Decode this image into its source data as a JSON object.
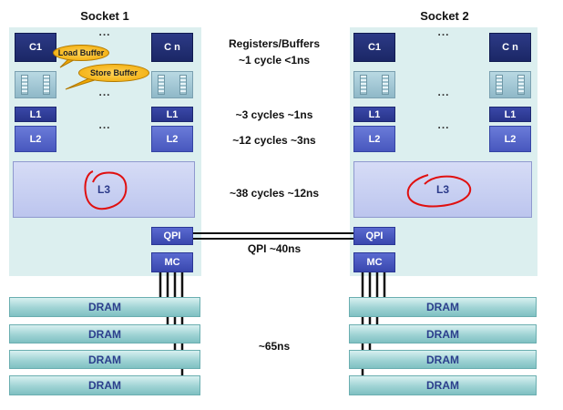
{
  "socket1": {
    "title": "Socket 1",
    "core_first": "C1",
    "core_last": "C n",
    "l1": "L1",
    "l2": "L2",
    "l3": "L3",
    "qpi": "QPI",
    "mc": "MC",
    "dots": "..."
  },
  "socket2": {
    "title": "Socket 2",
    "core_first": "C1",
    "core_last": "C n",
    "l1": "L1",
    "l2": "L2",
    "l3": "L3",
    "qpi": "QPI",
    "mc": "MC",
    "dots": "..."
  },
  "bubbles": {
    "load": "Load Buffer",
    "store": "Store Buffer"
  },
  "latencies": {
    "registers_title": "Registers/Buffers",
    "registers": "~1 cycle <1ns",
    "l1": "~3 cycles ~1ns",
    "l2": "~12 cycles ~3ns",
    "l3": "~38 cycles ~12ns",
    "qpi": "QPI ~40ns",
    "dram": "~65ns"
  },
  "dram_label": "DRAM",
  "colors": {
    "core": "#1b2766",
    "l1": "#28348a",
    "l2": "#4857be",
    "l3": "#bcc5ee",
    "dram": "#9fd3d4",
    "socket_bg": "#dcefef",
    "bubble": "#f0a800",
    "annotation": "#e01010"
  }
}
